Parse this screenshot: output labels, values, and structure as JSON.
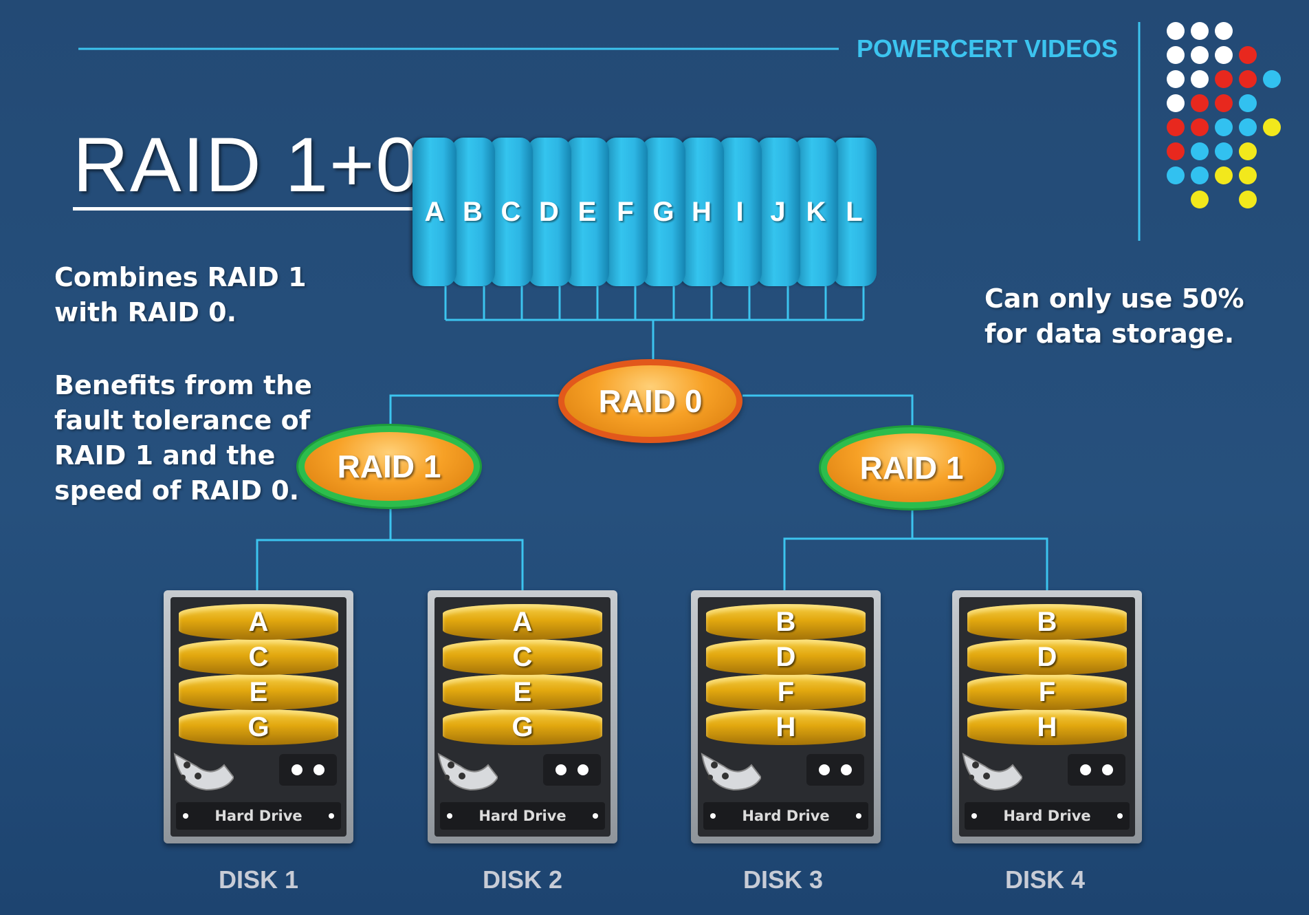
{
  "brand": "POWERCERT VIDEOS",
  "title": "RAID 1+0",
  "left_text": {
    "para1": [
      "Combines RAID 1",
      "with RAID 0."
    ],
    "para2": [
      "Benefits from the",
      "fault tolerance of",
      "RAID 1 and the",
      "speed of RAID 0."
    ]
  },
  "right_text": [
    "Can only use 50%",
    "for data storage."
  ],
  "data_blocks": [
    "A",
    "B",
    "C",
    "D",
    "E",
    "F",
    "G",
    "H",
    "I",
    "J",
    "K",
    "L"
  ],
  "raid0_label": "RAID 0",
  "raid1_left_label": "RAID 1",
  "raid1_right_label": "RAID 1",
  "drive_caption": "Hard Drive",
  "disks": [
    {
      "label": "DISK 1",
      "blocks": [
        "A",
        "C",
        "E",
        "G"
      ]
    },
    {
      "label": "DISK 2",
      "blocks": [
        "A",
        "C",
        "E",
        "G"
      ]
    },
    {
      "label": "DISK 3",
      "blocks": [
        "B",
        "D",
        "F",
        "H"
      ]
    },
    {
      "label": "DISK 4",
      "blocks": [
        "B",
        "D",
        "F",
        "H"
      ]
    }
  ],
  "colors": {
    "background": "#234a75",
    "connector": "#3cc4ef",
    "raid0_ring": "#e2581b",
    "raid1_ring": "#2cbd4c",
    "dot_white": "#ffffff",
    "dot_red": "#e8281e",
    "dot_blue": "#32c1f0",
    "dot_yellow": "#f2e81c"
  },
  "decoration_dot_colors": [
    [
      "white",
      "white",
      "white",
      null,
      null
    ],
    [
      "white",
      "white",
      "white",
      "red",
      null
    ],
    [
      "white",
      "white",
      "red",
      "red",
      "blue"
    ],
    [
      "white",
      "red",
      "red",
      "blue",
      null
    ],
    [
      "red",
      "red",
      "blue",
      "blue",
      "yellow"
    ],
    [
      "red",
      "blue",
      "blue",
      "yellow",
      null
    ],
    [
      "blue",
      "blue",
      "yellow",
      "yellow",
      null
    ],
    [
      null,
      "yellow",
      null,
      "yellow",
      null
    ]
  ]
}
